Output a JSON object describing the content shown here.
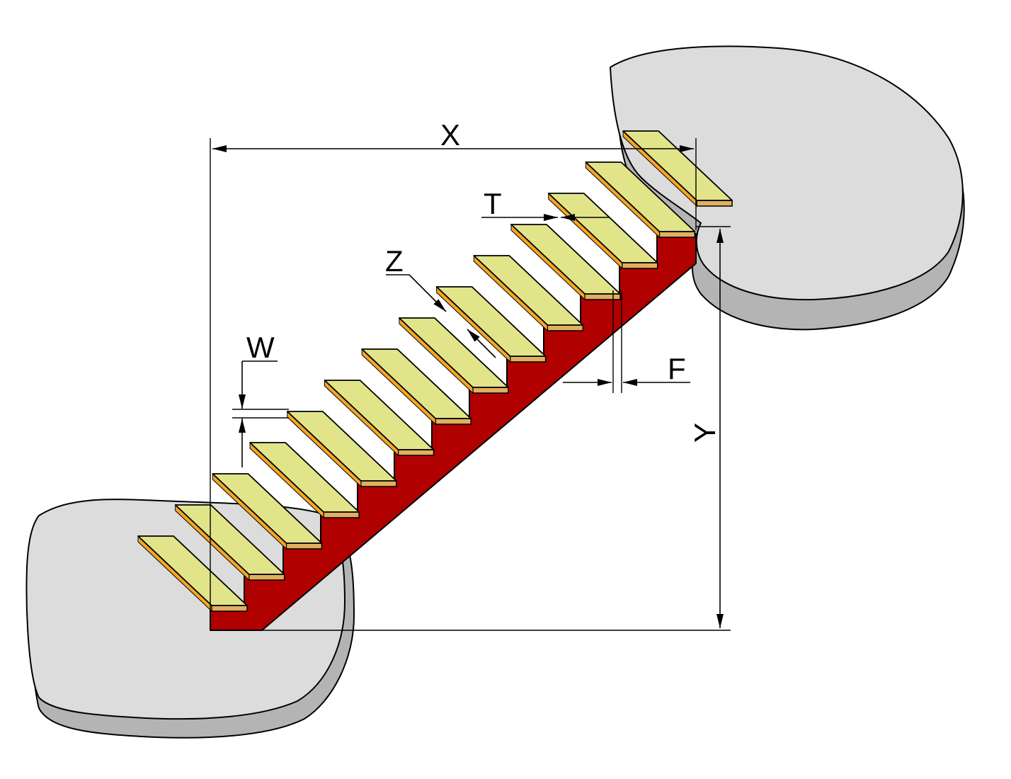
{
  "labels": {
    "x": "X",
    "y": "Y",
    "t": "T",
    "z": "Z",
    "w": "W",
    "f": "F"
  },
  "colors": {
    "slab_top": "#dcdcdc",
    "slab_side": "#b4b4b4",
    "stringer": "#b00000",
    "stringer_shadow": "#7a0000",
    "tread_top": "#e2e48a",
    "tread_front": "#e0b060",
    "tread_edge": "#f5a623",
    "line": "#000000"
  },
  "icons": {
    "arrow": "arrowhead",
    "slab": "landing-slab"
  }
}
